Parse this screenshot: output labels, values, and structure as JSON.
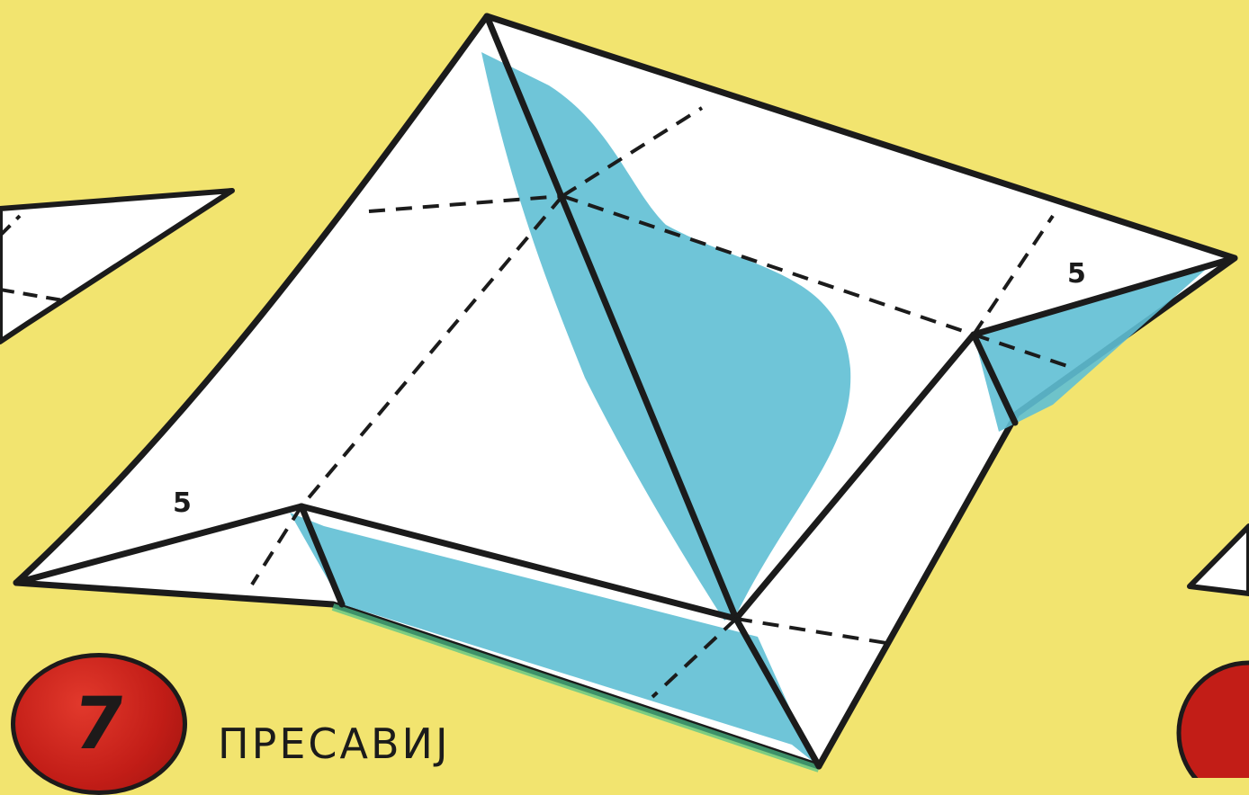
{
  "diagram": {
    "dimension_labels": [
      "5",
      "5"
    ],
    "step": {
      "number": "7",
      "instruction": "ПРЕСАВИЈ"
    },
    "colors": {
      "background": "#f2e46f",
      "paper": "#ffffff",
      "shading": "#5fbfd4",
      "line": "#1b1b1b",
      "step_circle": "#c21d17"
    }
  }
}
